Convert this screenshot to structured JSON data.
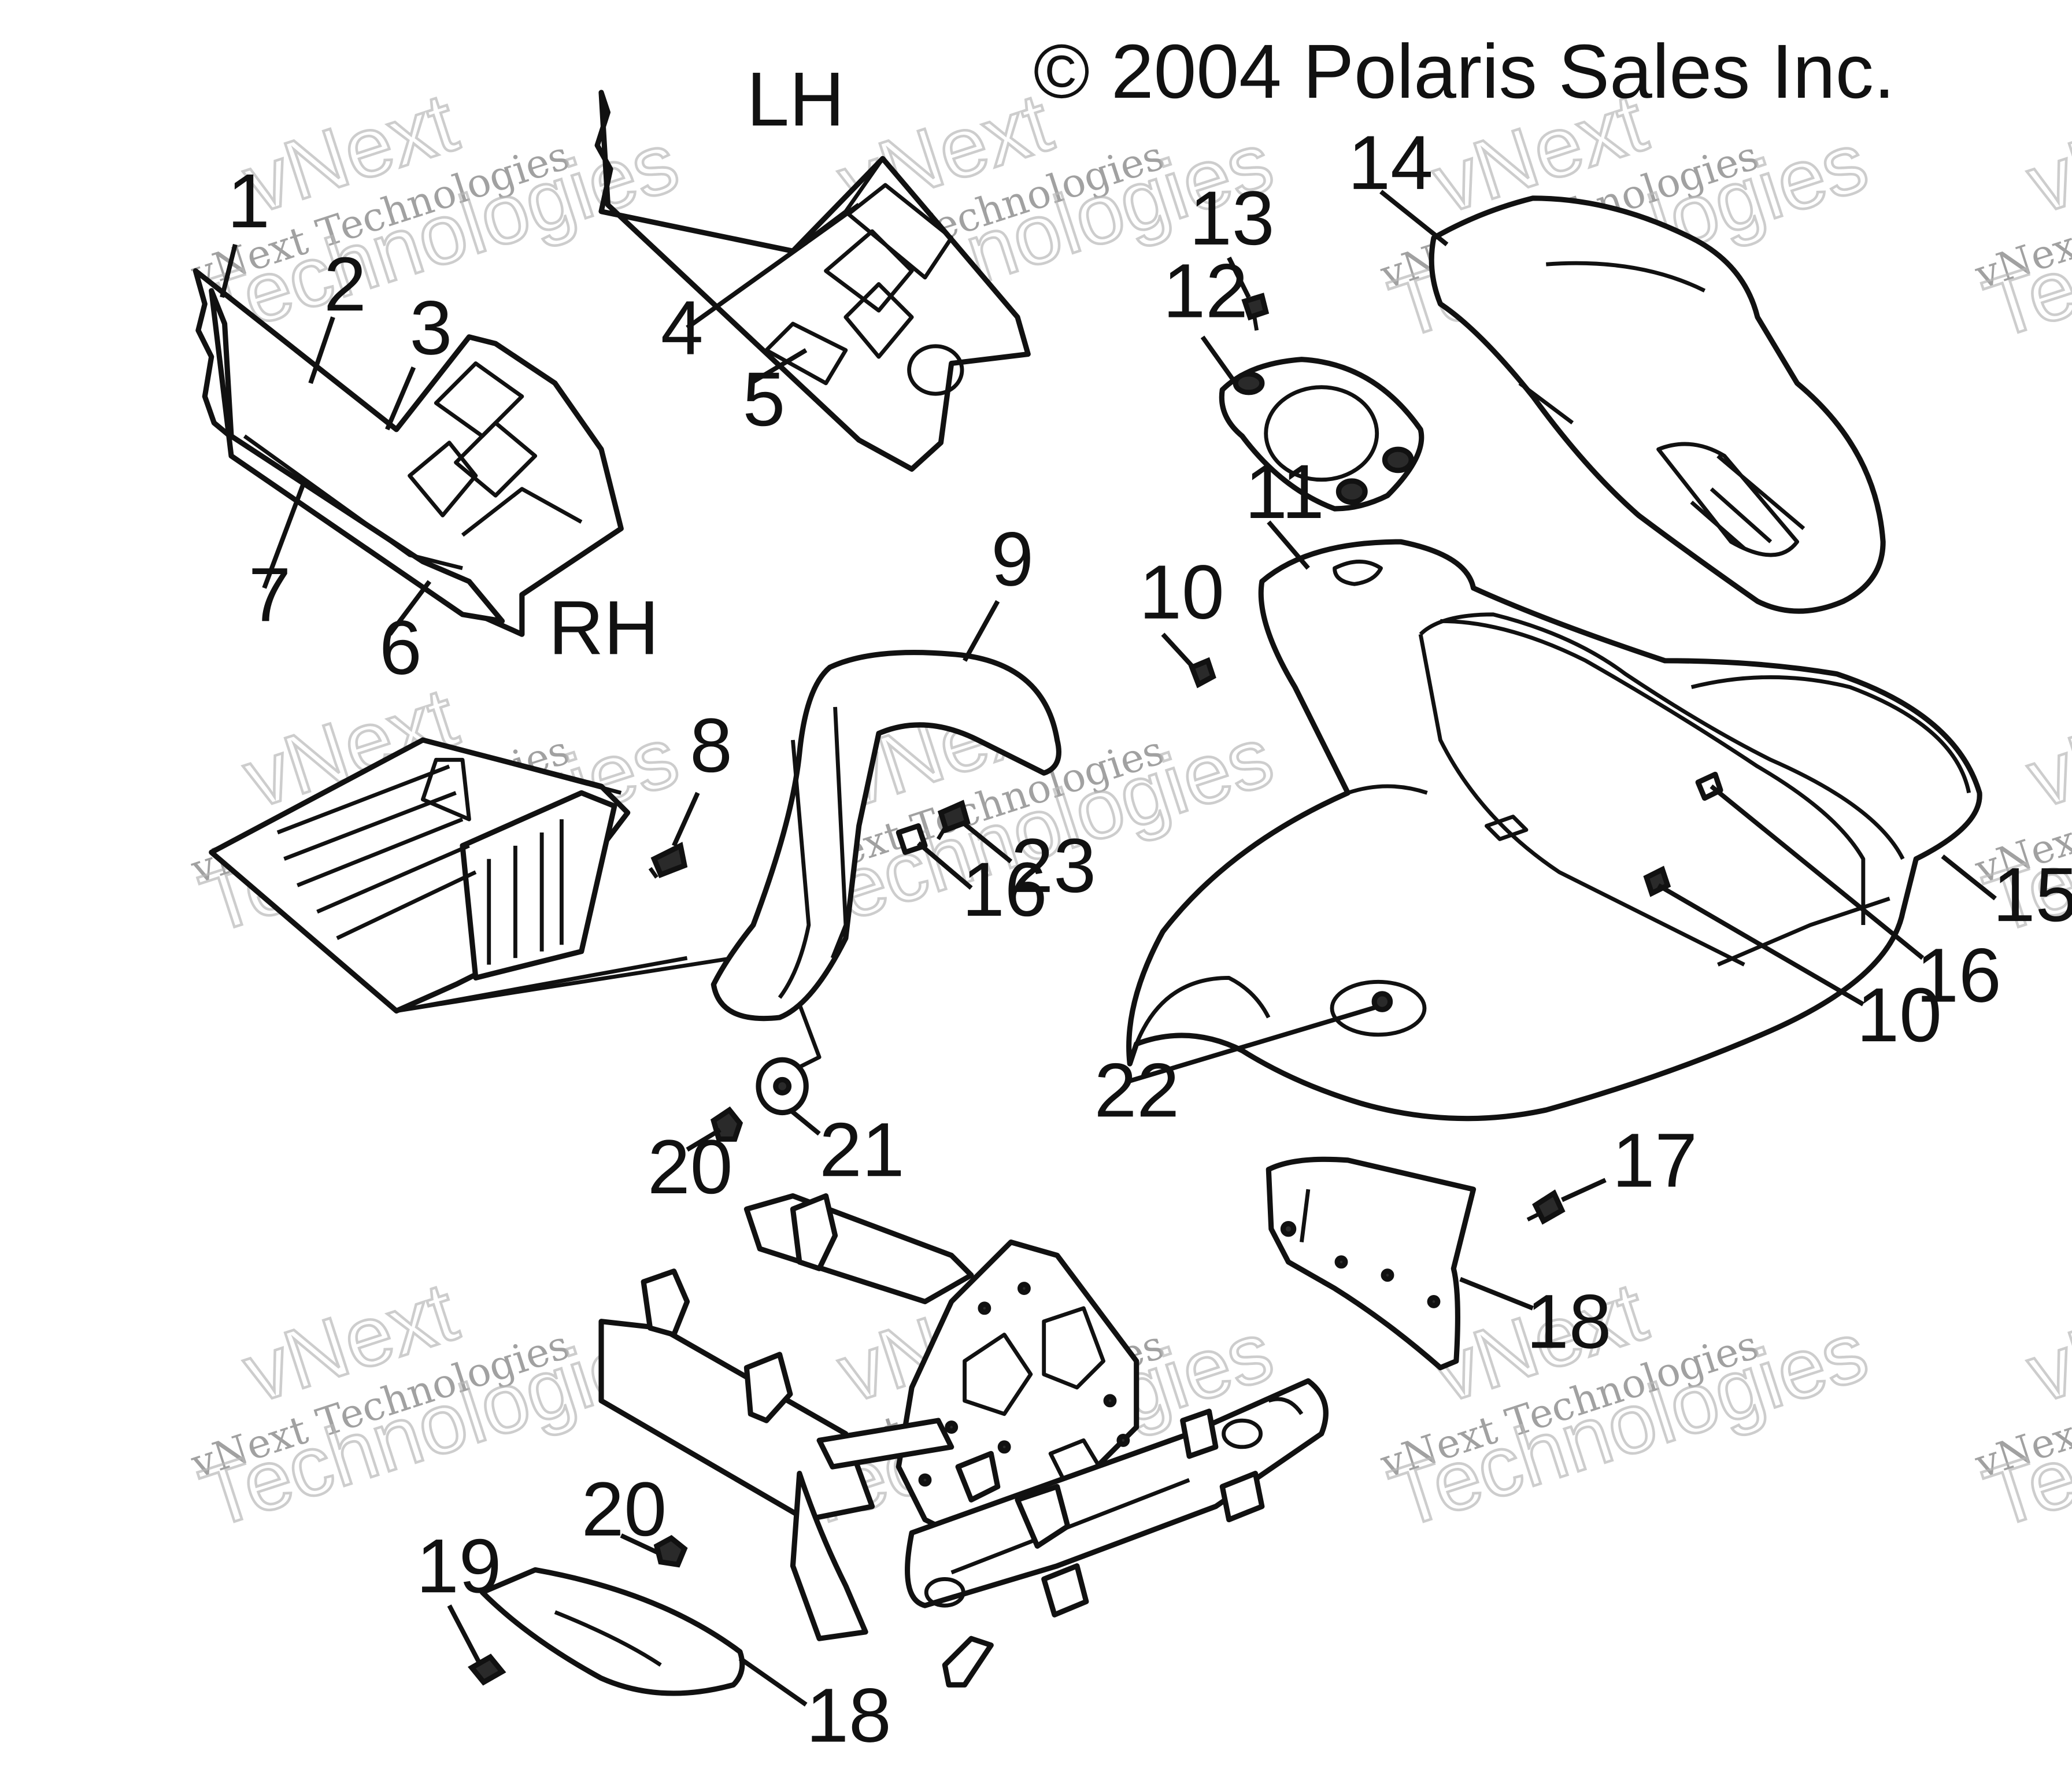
{
  "copyright": "© 2004 Polaris Sales Inc.",
  "side_labels": {
    "lh": "LH",
    "rh": "RH"
  },
  "callouts": [
    "1",
    "2",
    "3",
    "4",
    "5",
    "6",
    "7",
    "8",
    "9",
    "10",
    "10",
    "11",
    "12",
    "13",
    "14",
    "15",
    "16",
    "16",
    "17",
    "18",
    "18",
    "19",
    "20",
    "20",
    "21",
    "22",
    "23"
  ],
  "watermark": {
    "top_line": "vNext",
    "middle_line": "vNext Technologies",
    "bottom_line": "Technologies"
  }
}
